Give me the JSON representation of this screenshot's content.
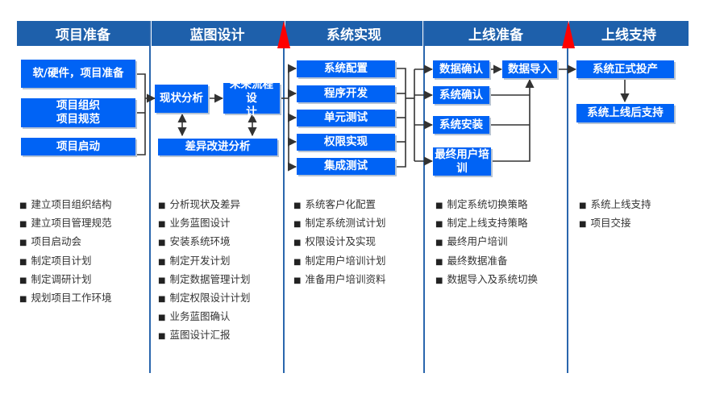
{
  "phases": [
    "项目准备",
    "蓝图设计",
    "系统实现",
    "上线准备",
    "上线支持"
  ],
  "boxes": {
    "prep": [
      "软/硬件，项目准备",
      "项目组织\n项目规范",
      "项目启动"
    ],
    "blueprint": {
      "current": "现状分析",
      "future": "未来流程设\n计",
      "gap": "差异改进分析"
    },
    "impl": [
      "系统配置",
      "程序开发",
      "单元测试",
      "权限实现",
      "集成测试"
    ],
    "golive": {
      "data_confirm": "数据确认",
      "data_import": "数据导入",
      "sys_confirm": "系统确认",
      "sys_install": "系统安装",
      "training": "最终用户培\n训"
    },
    "support": {
      "production": "系统正式投产",
      "post_support": "系统上线后支持"
    }
  },
  "lists": {
    "prep": [
      "建立项目组织结构",
      "建立项目管理规范",
      "项目启动会",
      "制定项目计划",
      "制定调研计划",
      "规划项目工作环境"
    ],
    "blueprint": [
      "分析现状及差异",
      "业务蓝图设计",
      "安装系统环境",
      "制定开发计划",
      "制定数据管理计划",
      "制定权限设计计划",
      "业务蓝图确认",
      "蓝图设计汇报"
    ],
    "impl": [
      "系统客户化配置",
      "制定系统测试计划",
      "权限设计及实现",
      "制定用户培训计划",
      "准备用户培训资料"
    ],
    "golive": [
      "制定系统切换策略",
      "制定上线支持策略",
      "最终用户培训",
      "最终数据准备",
      "数据导入及系统切换"
    ],
    "support": [
      "系统上线支持",
      "项目交接"
    ]
  },
  "colors": {
    "header": "#1e60ab",
    "box": "#0063f5",
    "milestone": "#ff0000",
    "divider": "#2a66ad"
  }
}
